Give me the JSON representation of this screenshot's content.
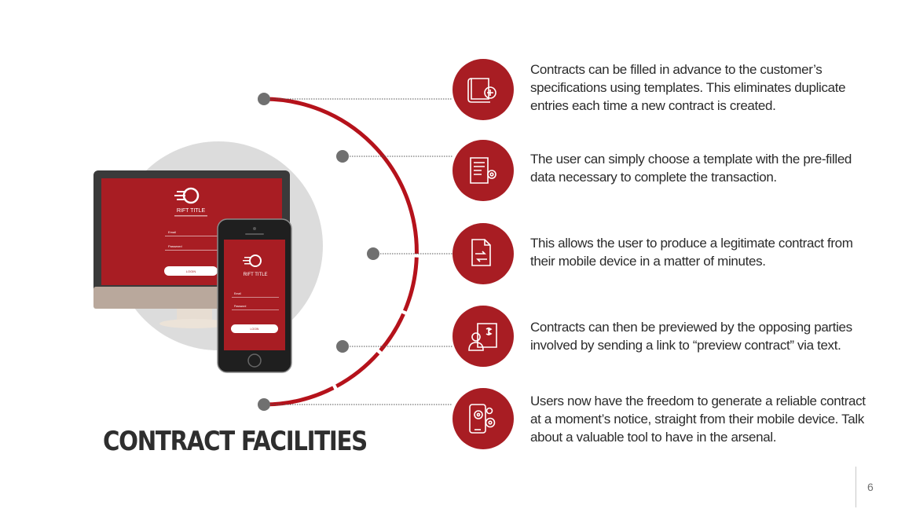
{
  "slide": {
    "title": "CONTRACT FACILITIES",
    "page_number": "6"
  },
  "features": [
    {
      "icon": "contract-scroll-icon",
      "text": "Contracts can be filled in advance to the customer’s specifications using templates. This eliminates duplicate entries each time a new contract is created."
    },
    {
      "icon": "document-gear-icon",
      "text": "The user can simply choose a template with the pre-filled data necessary to complete the transaction."
    },
    {
      "icon": "document-exchange-icon",
      "text": "This allows the user to produce a legitimate contract from their mobile device in a matter of minutes."
    },
    {
      "icon": "person-invoice-icon",
      "text": "Contracts can then be previewed by the opposing parties involved by sending a link to “preview contract” via text."
    },
    {
      "icon": "phone-gears-icon",
      "text": "Users now have the freedom to generate a reliable contract at a moment’s notice, straight from their mobile device. Talk about a valuable tool to have in the arsenal."
    }
  ],
  "device_mockup": {
    "brand": "RIFT TITLE",
    "email_label": "Email",
    "password_label": "Password",
    "login_label": "LOGIN"
  },
  "colors": {
    "accent_red": "#a81d23",
    "arc_red": "#b5121b",
    "node_gray": "#707070",
    "circle_bg": "#dcdcdc"
  }
}
